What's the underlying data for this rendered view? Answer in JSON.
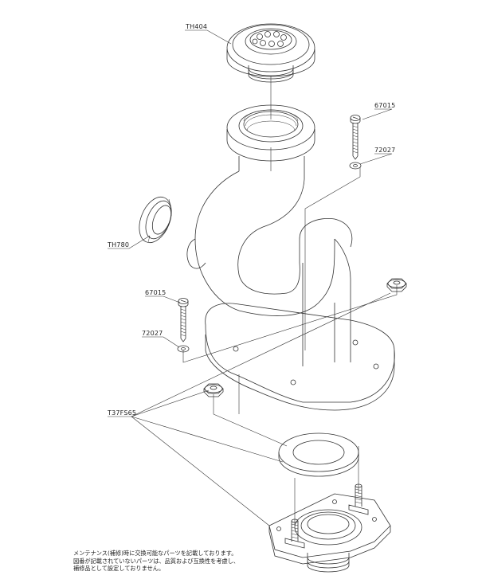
{
  "labels": {
    "strainer": "TH404",
    "screw_top": "67015",
    "washer_top": "72027",
    "packing": "TH780",
    "screw_left": "67015",
    "washer_left": "72027",
    "nut_set": "T37FS65"
  },
  "note": {
    "line1": "メンテナンス(補修)時に交換可能なパーツを記載しております。",
    "line2": "図番が記載されていないパーツは、品質および互換性を考慮し、",
    "line3": "補修品として設定しておりません。"
  },
  "colors": {
    "line": "#333333",
    "text": "#222222"
  }
}
